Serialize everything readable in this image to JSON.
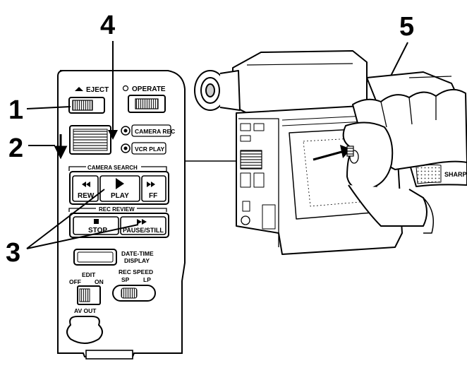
{
  "callouts": [
    "1",
    "2",
    "3",
    "4",
    "5"
  ],
  "panel": {
    "eject_label": "EJECT",
    "operate_label": "OPERATE",
    "camera_rec_label": "CAMERA REC",
    "vcr_play_label": "VCR PLAY",
    "camera_search_label": "CAMERA SEARCH",
    "rew_label": "REW",
    "play_label": "PLAY",
    "ff_label": "FF",
    "rec_review_label": "REC REVIEW",
    "stop_label": "STOP",
    "pause_still_label": "PAUSE/STILL",
    "date_time_label_1": "DATE-TIME",
    "date_time_label_2": "DISPLAY",
    "edit_label": "EDIT",
    "edit_off_label": "OFF",
    "edit_on_label": "ON",
    "rec_speed_label": "REC SPEED",
    "sp_label": "SP",
    "lp_label": "LP",
    "av_out_label": "AV OUT"
  },
  "camera": {
    "brand_label": "SHARP"
  },
  "colors": {
    "ink": "#000000",
    "paper": "#ffffff",
    "hatch": "#444444"
  }
}
